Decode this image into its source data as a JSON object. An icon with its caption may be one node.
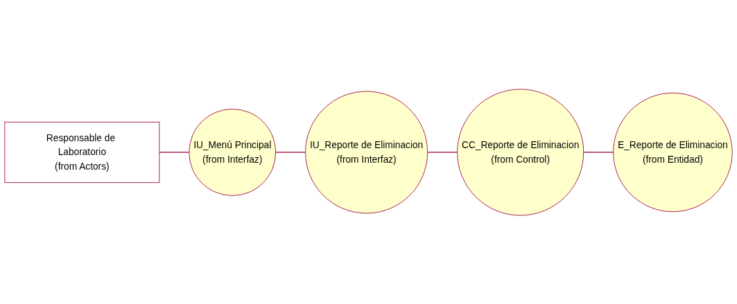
{
  "diagram": {
    "nodes": [
      {
        "text": [
          "Responsable de Laboratorio",
          "(from Actors)"
        ]
      },
      {
        "text": [
          "IU_Menú Principal",
          "(from Interfaz)"
        ]
      },
      {
        "text": [
          "IU_Reporte de Eliminacion",
          "(from Interfaz)"
        ]
      },
      {
        "text": [
          "CC_Reporte de Eliminacion",
          "(from Control)"
        ]
      },
      {
        "text": [
          "E_Reporte de Eliminacion",
          "(from Entidad)"
        ]
      }
    ],
    "edges": [
      {
        "from": 0,
        "to": 1,
        "arrow": "none"
      },
      {
        "from": 1,
        "to": 2,
        "arrow": "none"
      },
      {
        "from": 2,
        "to": 3,
        "arrow": "none"
      },
      {
        "from": 3,
        "to": 4,
        "arrow": "none"
      }
    ]
  }
}
